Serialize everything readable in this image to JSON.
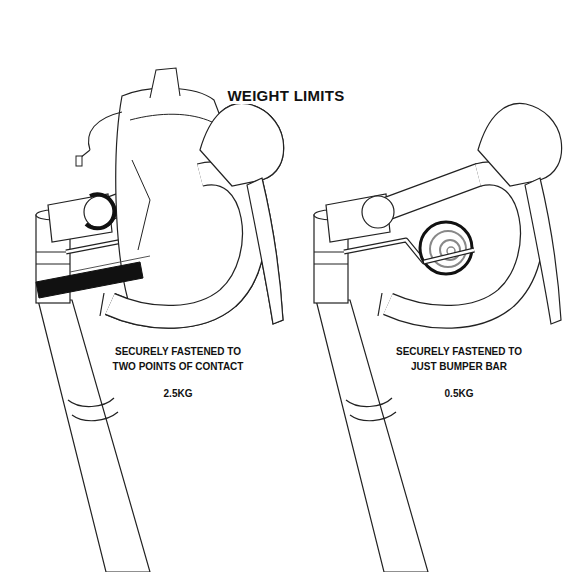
{
  "diagram": {
    "title": "WEIGHT LIMITS",
    "labels": [
      "SECURELY FASTENED TO TWO POINTS OF CONTACT",
      "2.5KG",
      "SECURELY FASTENED TO JUST BUMPER BAR",
      "0.5KG"
    ]
  }
}
